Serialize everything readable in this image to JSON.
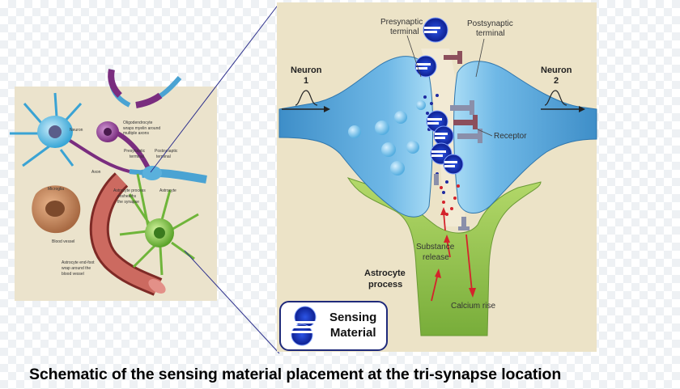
{
  "left_panel": {
    "neuron": "Neuron",
    "oligodendrocyte": "Oligodendrocyte",
    "oligodendrocyte_desc_1": "wraps myelin around",
    "oligodendrocyte_desc_2": "multiple axons",
    "presynaptic": "Presynaptic",
    "presynaptic_2": "terminal",
    "postsynaptic": "Postsynaptic",
    "postsynaptic_2": "terminal",
    "axon": "Axon",
    "microglia": "Microglia",
    "astrocyte_process_1": "Astrocyte process",
    "astrocyte_process_2": "ensheaths",
    "astrocyte_process_3": "the synapse",
    "astrocyte": "Astrocyte",
    "blood_vessel": "Blood vessel",
    "endfoot_1": "Astrocyte end-foot",
    "endfoot_2": "wrap around the",
    "endfoot_3": "blood vessel"
  },
  "right_panel": {
    "presynaptic_1": "Presynaptic",
    "presynaptic_2": "terminal",
    "postsynaptic_1": "Postsynaptic",
    "postsynaptic_2": "terminal",
    "neuron1_1": "Neuron",
    "neuron1_2": "1",
    "neuron2_1": "Neuron",
    "neuron2_2": "2",
    "receptor": "Receptor",
    "substance_1": "Substance",
    "substance_2": "release",
    "astrocyte_1": "Astrocyte",
    "astrocyte_2": "process",
    "calcium": "Calcium rise"
  },
  "legend": {
    "line1": "Sensing",
    "line2": "Material"
  },
  "caption": "Schematic of the sensing material placement at the tri-synapse location",
  "colors": {
    "presynaptic": "#4f9fd6",
    "postsynaptic": "#5aa8d8",
    "astrocyte": "#8cc34a",
    "sensing_blue": "#1b3cc9",
    "arrow_red": "#d4232b",
    "zoom_line": "#2c2f8c"
  }
}
